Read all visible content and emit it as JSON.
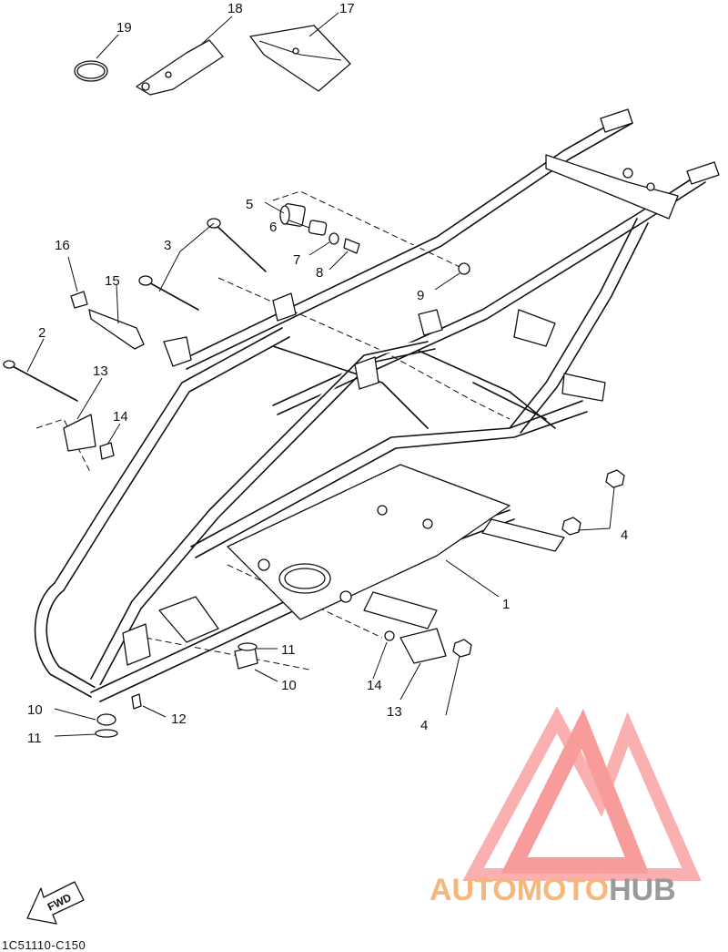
{
  "diagram_code": "1C51110-C150",
  "fwd_label": "FWD",
  "watermark": {
    "part1": "AUTOMOTO",
    "part2": "HUB",
    "color_primary": "#f7b67c",
    "color_secondary": "#9a9a9a",
    "logo_color": "#f24b4b"
  },
  "callouts": {
    "c1": "1",
    "c2": "2",
    "c3": "3",
    "c4a": "4",
    "c4b": "4",
    "c5": "5",
    "c6": "6",
    "c7": "7",
    "c8": "8",
    "c9": "9",
    "c10a": "10",
    "c10b": "10",
    "c11a": "11",
    "c11b": "11",
    "c12": "12",
    "c13a": "13",
    "c13b": "13",
    "c14a": "14",
    "c14b": "14",
    "c15": "15",
    "c16": "16",
    "c17": "17",
    "c18": "18",
    "c19": "19"
  }
}
